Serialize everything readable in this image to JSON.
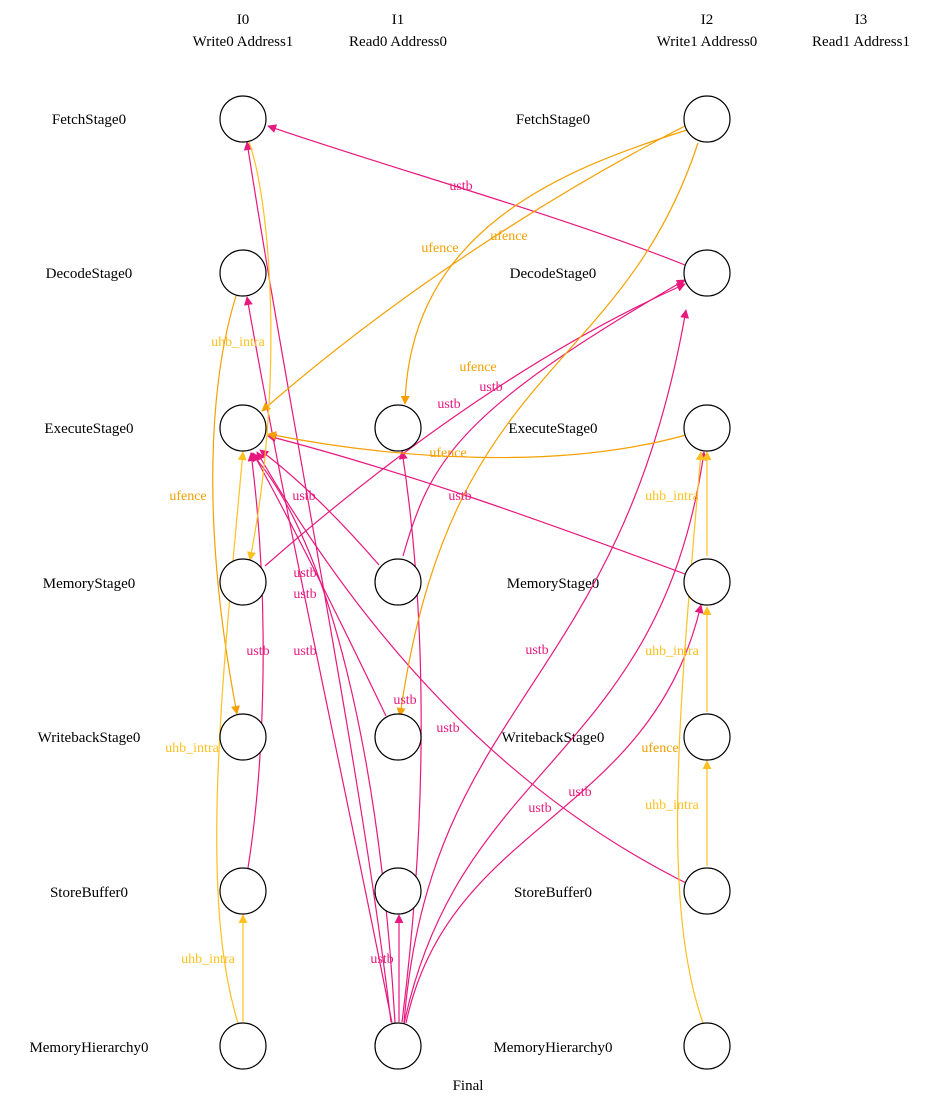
{
  "colors": {
    "ustb": "#e8187e",
    "ufence": "#f5a000",
    "uhb_intra": "#ffc020",
    "node_stroke": "#000000"
  },
  "columns": [
    {
      "id": "I0",
      "title": "I0",
      "subtitle": "Write0 Address1"
    },
    {
      "id": "I1",
      "title": "I1",
      "subtitle": "Read0 Address0"
    },
    {
      "id": "I2",
      "title": "I2",
      "subtitle": "Write1 Address0"
    },
    {
      "id": "I3",
      "title": "I3",
      "subtitle": "Read1 Address1"
    }
  ],
  "stage_labels_left": [
    "FetchStage0",
    "DecodeStage0",
    "ExecuteStage0",
    "MemoryStage0",
    "WritebackStage0",
    "StoreBuffer0",
    "MemoryHierarchy0"
  ],
  "stage_labels_right": [
    "FetchStage0",
    "DecodeStage0",
    "ExecuteStage0",
    "MemoryStage0",
    "WritebackStage0",
    "StoreBuffer0",
    "MemoryHierarchy0"
  ],
  "footer": "Final",
  "edge_labels": [
    {
      "text": "ustb",
      "type": "ustb"
    },
    {
      "text": "ufence",
      "type": "ufence"
    },
    {
      "text": "ufence",
      "type": "ufence"
    },
    {
      "text": "uhb_intra",
      "type": "uhb_intra"
    },
    {
      "text": "ufence",
      "type": "ufence"
    },
    {
      "text": "ustb",
      "type": "ustb"
    },
    {
      "text": "ustb",
      "type": "ustb"
    },
    {
      "text": "ufence",
      "type": "ufence"
    },
    {
      "text": "ufence",
      "type": "ufence"
    },
    {
      "text": "ustb",
      "type": "ustb"
    },
    {
      "text": "ustb",
      "type": "ustb"
    },
    {
      "text": "uhb_intra",
      "type": "uhb_intra"
    },
    {
      "text": "ustb",
      "type": "ustb"
    },
    {
      "text": "ustb",
      "type": "ustb"
    },
    {
      "text": "ustb",
      "type": "ustb"
    },
    {
      "text": "ustb",
      "type": "ustb"
    },
    {
      "text": "ustb",
      "type": "ustb"
    },
    {
      "text": "uhb_intra",
      "type": "uhb_intra"
    },
    {
      "text": "ustb",
      "type": "ustb"
    },
    {
      "text": "ustb",
      "type": "ustb"
    },
    {
      "text": "uhb_intra",
      "type": "uhb_intra"
    },
    {
      "text": "ufence",
      "type": "ufence"
    },
    {
      "text": "ustb",
      "type": "ustb"
    },
    {
      "text": "ustb",
      "type": "ustb"
    },
    {
      "text": "uhb_intra",
      "type": "uhb_intra"
    },
    {
      "text": "uhb_intra",
      "type": "uhb_intra"
    },
    {
      "text": "ustb",
      "type": "ustb"
    }
  ]
}
